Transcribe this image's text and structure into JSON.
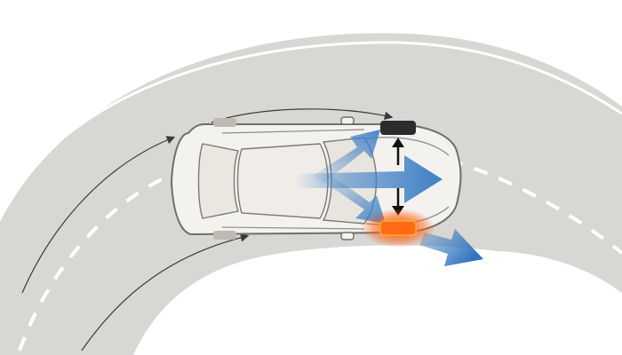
{
  "scene": {
    "icons": {
      "road": "curved-road",
      "car": "car-top-view",
      "force_arrow": "blue-force-arrow",
      "brake_light": "glowing-brake-pad",
      "wheel": "tire"
    },
    "colors": {
      "background": "#ffffff",
      "road_surface": "#d9d7d3",
      "road_edge": "#ffffff",
      "lane_dash": "#ffffff",
      "car_body": "#f4f2ee",
      "car_outline": "#6e6e6e",
      "force_arrow": "#3d7fc6",
      "brake_glow": "#ff5a10",
      "tire": "#2b2b2b",
      "trajectory": "#3a3a3a"
    }
  }
}
